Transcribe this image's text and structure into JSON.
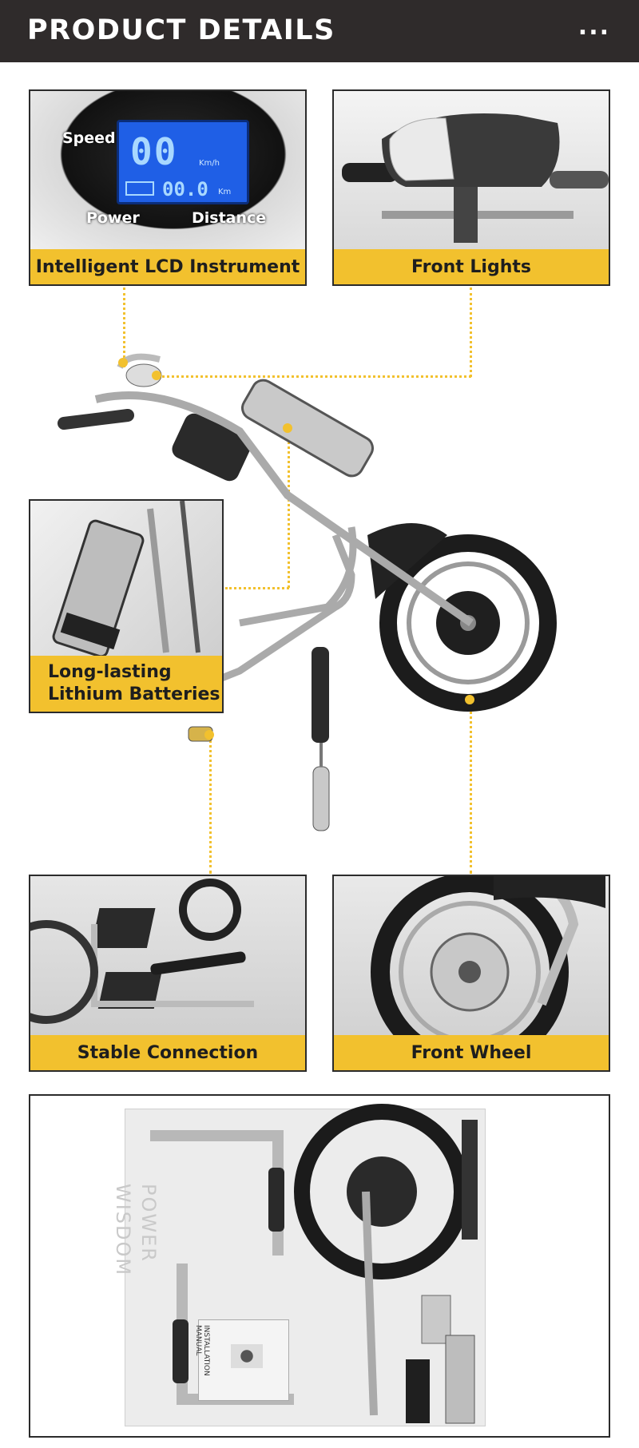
{
  "header": {
    "title": "PRODUCT DETAILS",
    "menu": "..."
  },
  "panels": {
    "lcd": {
      "caption": "Intelligent LCD Instrument",
      "speed_label": "Speed",
      "power_label": "Power",
      "distance_label": "Distance",
      "speed_value": "00",
      "speed_unit": "Km/h",
      "distance_value": "00.0",
      "distance_unit": "Km"
    },
    "front_lights": {
      "caption": "Front Lights"
    },
    "batteries": {
      "caption_line1": "Long-lasting",
      "caption_line2": "Lithium Batteries"
    },
    "connection": {
      "caption": "Stable Connection"
    },
    "front_wheel": {
      "caption": "Front Wheel"
    },
    "package": {
      "watermark_line1": "WISDOM",
      "watermark_line2": "POWER",
      "manual_title": "INSTALLATION MANUAL"
    }
  },
  "colors": {
    "accent": "#f2c12e",
    "header_bg": "#2f2b2b",
    "lcd_blue": "#1f5fe6"
  }
}
